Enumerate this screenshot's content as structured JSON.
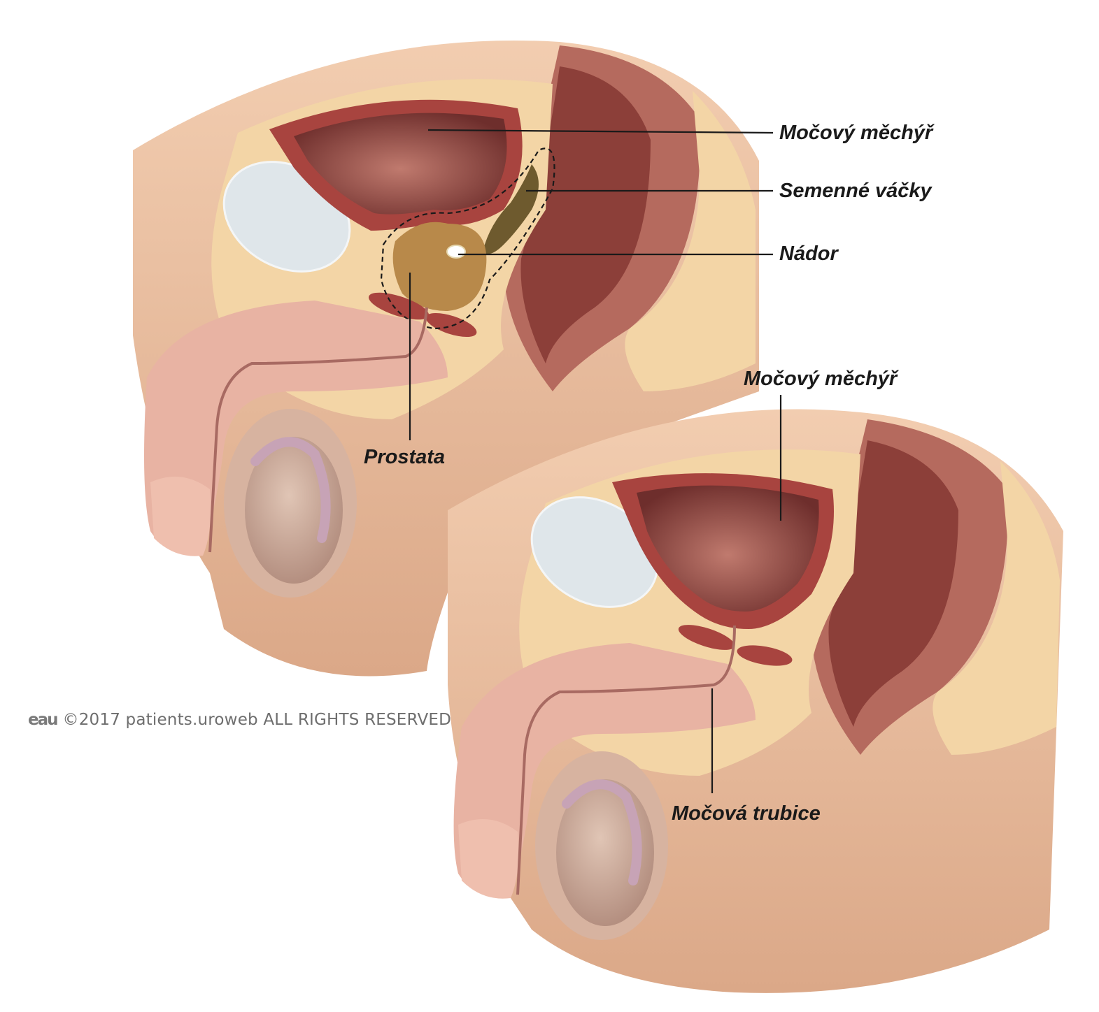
{
  "labels": {
    "top_bladder": "Močový měchýř",
    "seminal_vesicles": "Semenné váčky",
    "tumor": "Nádor",
    "prostate": "Prostata",
    "bottom_bladder": "Močový měchýř",
    "urethra": "Močová trubice"
  },
  "copyright": {
    "logo": "eau",
    "text": "©2017 patients.uroweb ALL RIGHTS RESERVED"
  },
  "colors": {
    "skin": "#efc8a8",
    "skin_dark": "#d9a888",
    "fat": "#f3d5a6",
    "bladder_wall": "#a8443f",
    "bladder_lumen": "#8e4a44",
    "rectum": "#b56a5e",
    "prostate": "#b8894a",
    "bone": "#dfe6ea",
    "penis": "#e8b3a3",
    "testis": "#c9a99a",
    "tumor": "#ffffff",
    "line": "#1a1a1a"
  }
}
